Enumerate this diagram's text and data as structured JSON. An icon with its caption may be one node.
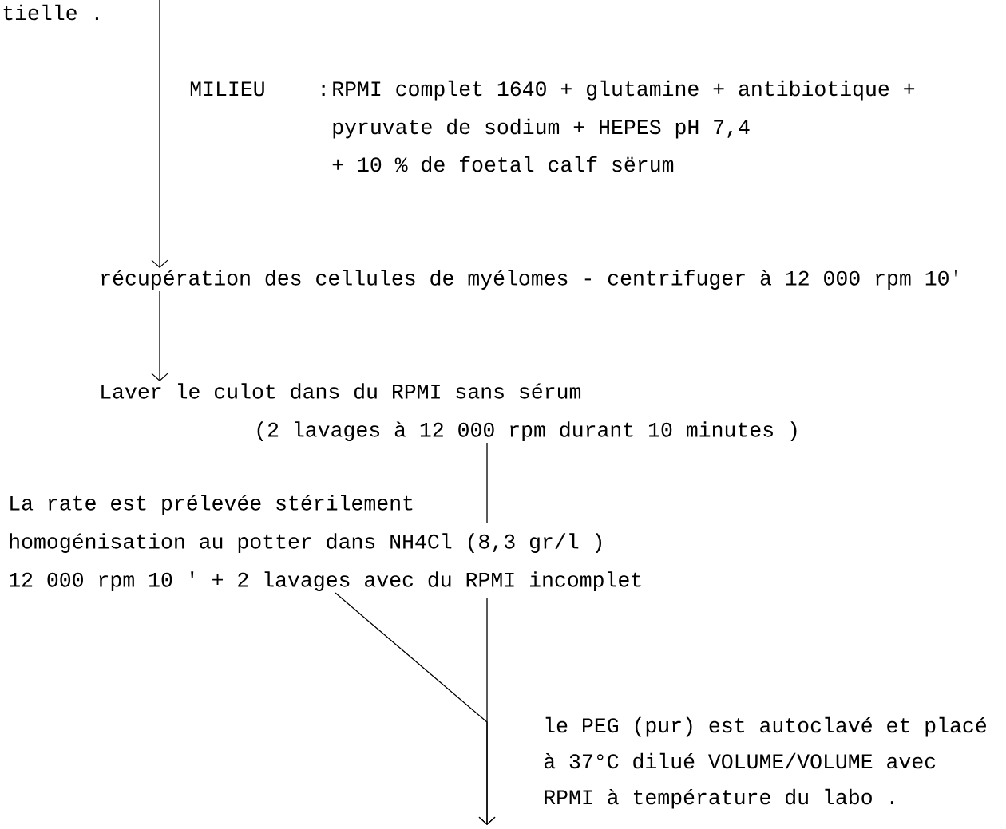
{
  "diagram": {
    "nodes": [
      {
        "text": [
          "récupération des cellules de myélomes - centrifuger à 12 000 rpm 10'"
        ]
      },
      {
        "text": [
          "Laver le culot dans du RPMI sans sérum",
          "(2 lavages à 12 000 rpm durant 10 minutes )"
        ]
      },
      {
        "text": [
          "La rate est prélevée stérilement",
          "homogénisation au potter dans NH4Cl (8,3 gr/l )",
          "12 000 rpm 10 ' + 2 lavages avec du RPMI incomplet"
        ]
      }
    ],
    "edges": [
      {
        "from": null,
        "to": 0,
        "arrow": "to"
      },
      {
        "from": 0,
        "to": 1,
        "arrow": "to"
      },
      {
        "from": 1,
        "to": null,
        "arrow": "to"
      },
      {
        "from": 2,
        "to": null,
        "arrow": "to"
      }
    ],
    "labels": [
      "tielle .",
      "MILIEU",
      ":",
      "RPMI complet 1640 + glutamine + antibiotique +",
      "pyruvate de sodium + HEPES pH 7,4",
      "+ 10 % de foetal calf sërum",
      "le PEG (pur) est autoclavé et placé",
      "à 37°C dilué VOLUME/VOLUME avec",
      "RPMI à température du labo ."
    ]
  }
}
